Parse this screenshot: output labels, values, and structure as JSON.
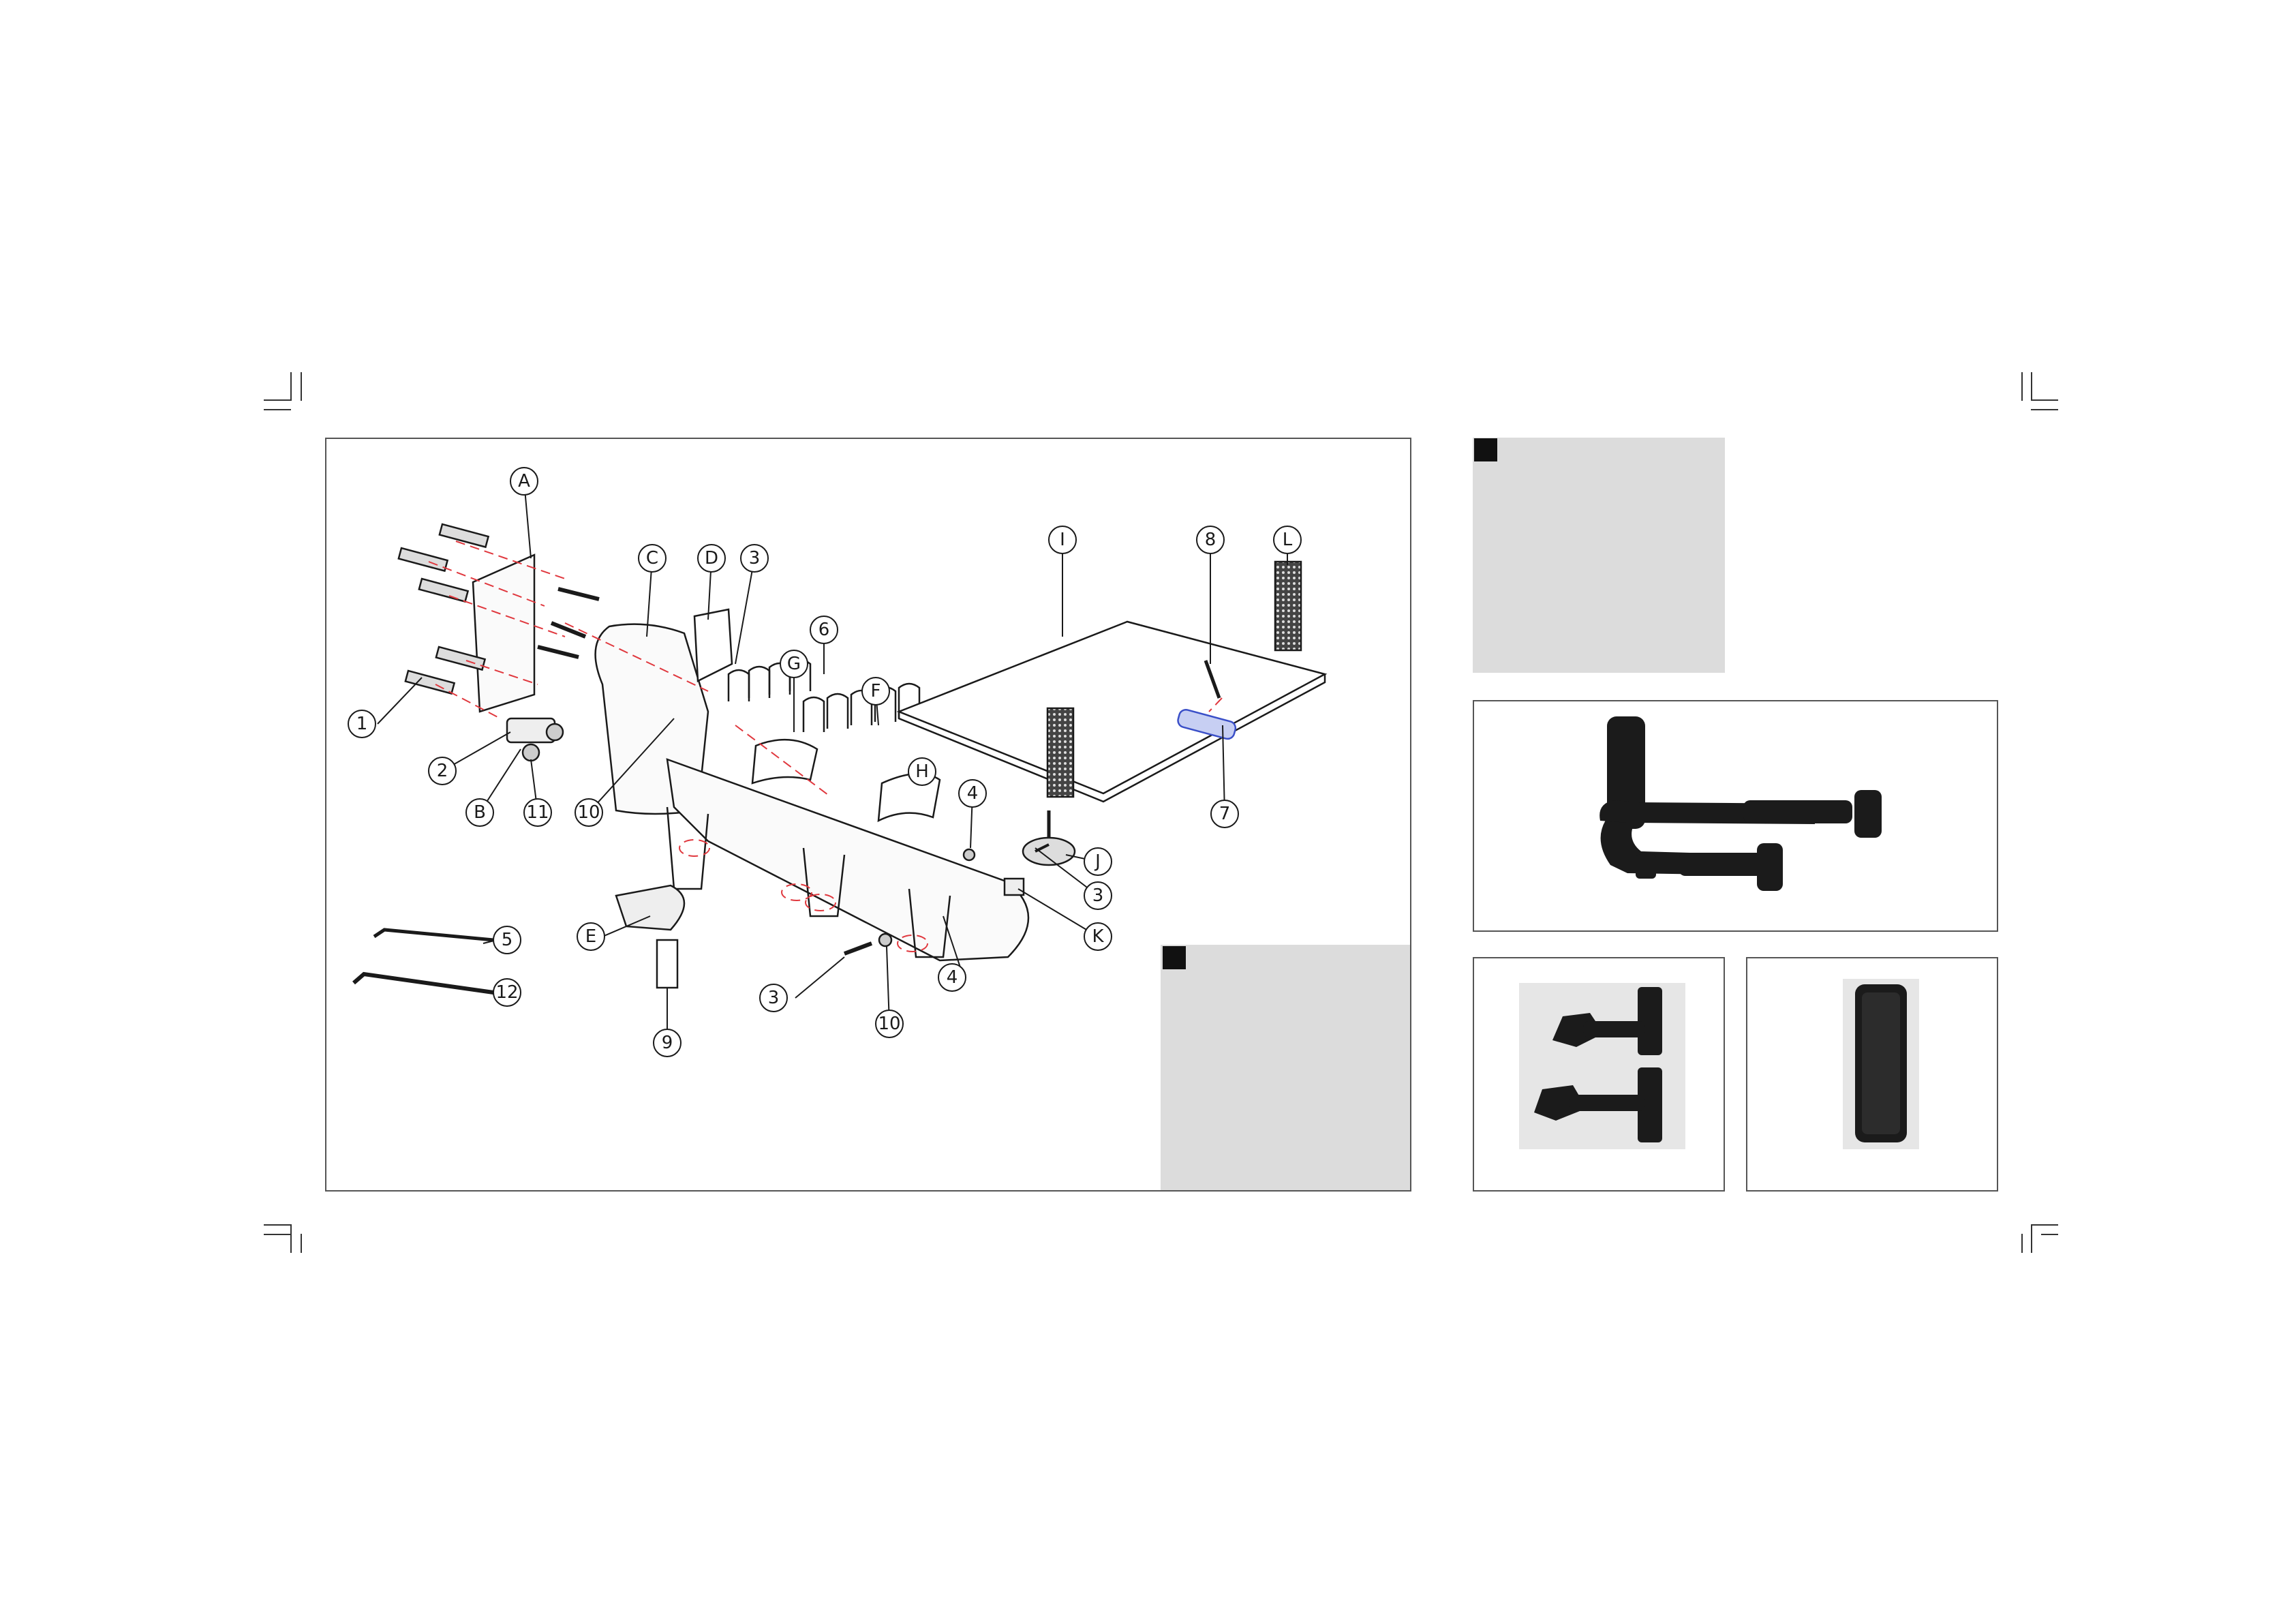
{
  "callouts": {
    "A": "A",
    "C": "C",
    "D": "D",
    "3a": "3",
    "I": "I",
    "8": "8",
    "L": "L",
    "6": "6",
    "G": "G",
    "F": "F",
    "H": "H",
    "1": "1",
    "2": "2",
    "B": "B",
    "11": "11",
    "10a": "10",
    "4a": "4",
    "J": "J",
    "3b": "3",
    "K": "K",
    "7": "7",
    "E": "E",
    "5": "5",
    "12": "12",
    "9": "9",
    "3c": "3",
    "10b": "10",
    "4b": "4"
  },
  "colors": {
    "guide": "#e0383e",
    "highlight": "#3a4fc8",
    "panel": "#dcdcdc",
    "ink": "#1a1a1a"
  },
  "icons": {
    "corner_marks": "crop-mark-icon",
    "panel_marker": "black-square-icon"
  }
}
